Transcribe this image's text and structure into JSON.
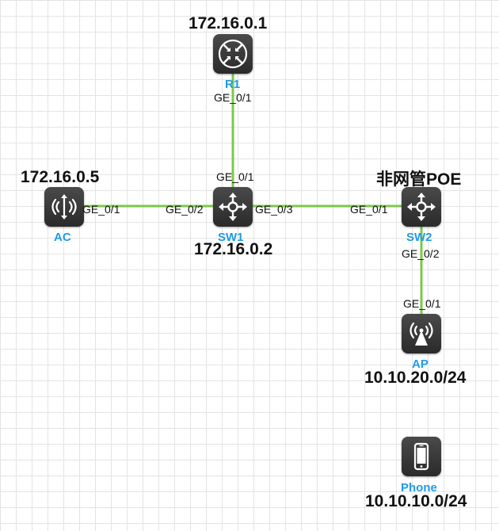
{
  "devices": {
    "r1": {
      "name": "R1",
      "address": "172.16.0.1",
      "icon": "router-icon"
    },
    "ac": {
      "name": "AC",
      "address": "172.16.0.5",
      "icon": "access-controller-icon"
    },
    "sw1": {
      "name": "SW1",
      "address": "172.16.0.2",
      "icon": "switch-icon"
    },
    "sw2": {
      "name": "SW2",
      "address": "非网管POE",
      "icon": "switch-icon"
    },
    "ap": {
      "name": "AP",
      "address": "10.10.20.0/24",
      "icon": "wireless-ap-icon"
    },
    "phone": {
      "name": "Phone",
      "address": "10.10.10.0/24",
      "icon": "phone-icon"
    }
  },
  "ports": {
    "r1_sw1": "GE_0/1",
    "sw1_r1": "GE_0/1",
    "ac_sw1": "GE_0/1",
    "sw1_ac": "GE_0/2",
    "sw1_sw2": "GE_0/3",
    "sw2_sw1": "GE_0/1",
    "sw2_ap": "GE_0/2",
    "ap_sw2": "GE_0/1"
  },
  "colors": {
    "link": "#7cc84a",
    "device_label": "#1e9be6",
    "grid": "#e4e4e4"
  }
}
